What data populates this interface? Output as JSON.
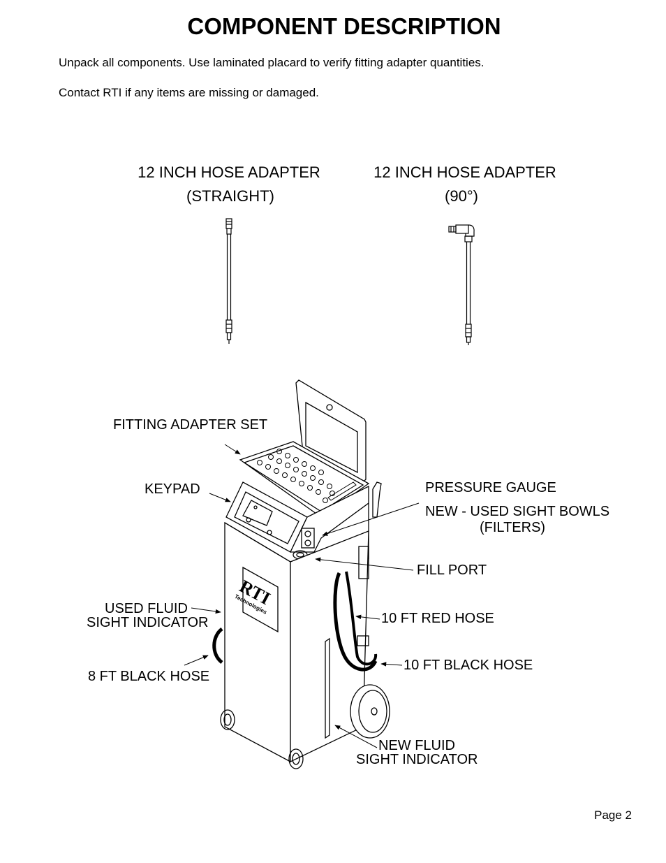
{
  "page": {
    "title": "COMPONENT DESCRIPTION",
    "intro_lines": [
      "Unpack all components. Use laminated placard to verify fitting adapter quantities.",
      "Contact RTI if any items are missing or damaged."
    ],
    "page_number": "Page 2"
  },
  "adapters": {
    "straight": {
      "line1": "12 INCH HOSE ADAPTER",
      "line2": "(STRAIGHT)"
    },
    "angled": {
      "line1": "12 INCH HOSE ADAPTER",
      "line2": "(90°)"
    }
  },
  "callouts": {
    "fitting_adapter_set": "FITTING ADAPTER SET",
    "keypad": "KEYPAD",
    "pressure_gauge": "PRESSURE GAUGE",
    "sight_bowls_line1": "NEW - USED SIGHT BOWLS",
    "sight_bowls_line2": "(FILTERS)",
    "fill_port": "FILL PORT",
    "used_fluid_line1": "USED FLUID",
    "used_fluid_line2": "SIGHT INDICATOR",
    "red_hose": "10 FT RED HOSE",
    "black_hose_10": "10 FT BLACK HOSE",
    "black_hose_8": "8 FT BLACK HOSE",
    "new_fluid_line1": "NEW FLUID",
    "new_fluid_line2": "SIGHT INDICATOR"
  },
  "logo": {
    "brand": "RTI",
    "sub": "Technologies"
  }
}
